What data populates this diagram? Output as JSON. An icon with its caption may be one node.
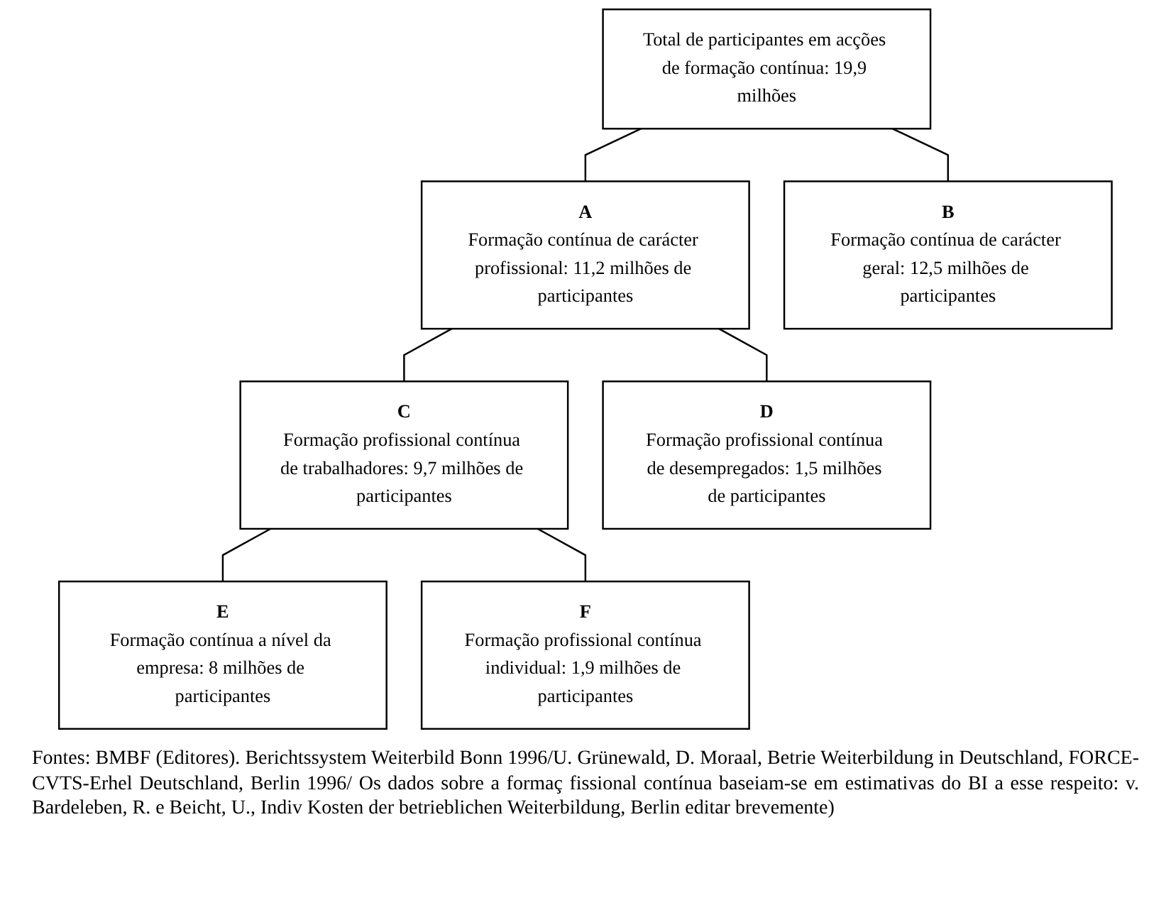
{
  "diagram": {
    "nodes": [
      {
        "text": [
          "Total de participantes em acções de formação contínua: 19,9 milhões"
        ]
      },
      {
        "text": [
          "A",
          "Formação contínua de carácter profissional: 11,2 milhões de participantes"
        ]
      },
      {
        "text": [
          "B",
          "Formação contínua de carácter geral: 12,5 milhões de participantes"
        ]
      },
      {
        "text": [
          "C",
          "Formação profissional contínua de trabalhadores: 9,7 milhões de participantes"
        ]
      },
      {
        "text": [
          "D",
          "Formação profissional contínua de desempregados: 1,5 milhões de participantes"
        ]
      },
      {
        "text": [
          "E",
          "Formação contínua a nível da empresa: 8 milhões de participantes"
        ]
      },
      {
        "text": [
          "F",
          "Formação profissional contínua individual: 1,9 milhões de participantes"
        ]
      }
    ],
    "edges": [
      {
        "from": 0,
        "to": 1,
        "arrow": "none"
      },
      {
        "from": 0,
        "to": 2,
        "arrow": "none"
      },
      {
        "from": 1,
        "to": 3,
        "arrow": "none"
      },
      {
        "from": 1,
        "to": 4,
        "arrow": "none"
      },
      {
        "from": 3,
        "to": 5,
        "arrow": "none"
      },
      {
        "from": 3,
        "to": 6,
        "arrow": "none"
      }
    ],
    "labels": [
      "Fontes: BMBF (Editores). Berichtssystem Weiterbild Bonn 1996/U. Grünewald, D. Moraal, Betrie Weiterbildung in Deutschland, FORCE-CVTS-Erhel Deutschland, Berlin 1996/ Os dados sobre a formaç fissional contínua baseiam-se em estimativas do BI a esse respeito: v. Bardeleben, R. e Beicht, U., Indiv Kosten der betrieblichen Weiterbildung, Berlin editar brevemente)"
    ]
  }
}
